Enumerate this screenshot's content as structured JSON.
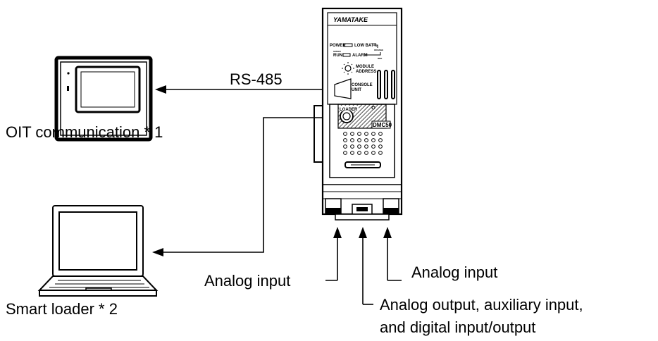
{
  "connections": {
    "rs485": "RS-485",
    "oit_label": "OIT communication * 1",
    "loader_label": "Smart loader * 2"
  },
  "io_labels": {
    "analog_input_left": "Analog input",
    "analog_input_right": "Analog input",
    "analog_output_line1": "Analog output, auxiliary input,",
    "analog_output_line2": "and digital input/output"
  },
  "device": {
    "brand": "YAMATAKE",
    "power": "POWER",
    "low_batt": "LOW BATT.",
    "green": "GREEN",
    "orange": "ORANGE",
    "red": "RED",
    "run": "RUN",
    "alarm": "ALARM",
    "module": "MODULE",
    "address": "ADDRESS",
    "console": "CONSOLE",
    "unit": "UNIT",
    "loader": "LOADER",
    "model": "DMC50"
  },
  "colors": {
    "line": "#000000",
    "background": "#ffffff"
  }
}
